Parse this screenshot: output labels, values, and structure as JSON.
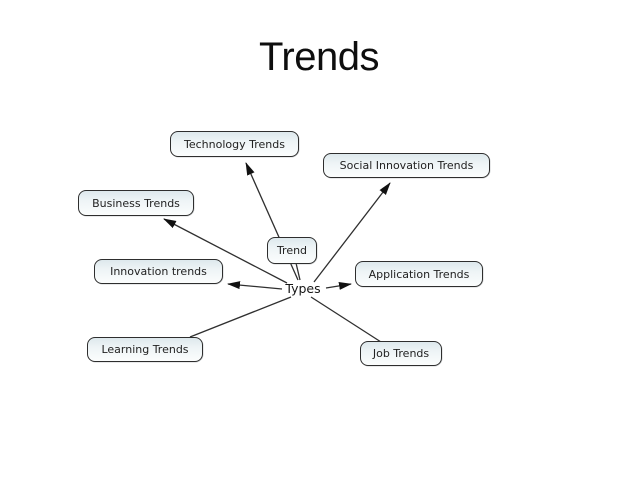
{
  "title": "Trends",
  "diagram": {
    "anchor_label": "Types",
    "root_node": {
      "label": "Trend"
    },
    "nodes": [
      {
        "id": "technology",
        "label": "Technology Trends"
      },
      {
        "id": "social",
        "label": "Social Innovation Trends"
      },
      {
        "id": "business",
        "label": "Business Trends"
      },
      {
        "id": "innovation",
        "label": "Innovation trends"
      },
      {
        "id": "application",
        "label": "Application Trends"
      },
      {
        "id": "learning",
        "label": "Learning Trends"
      },
      {
        "id": "job",
        "label": "Job Trends"
      }
    ],
    "edges": [
      {
        "from": "Types",
        "to": "Technology Trends",
        "arrow": true
      },
      {
        "from": "Types",
        "to": "Social Innovation Trends",
        "arrow": true
      },
      {
        "from": "Types",
        "to": "Business Trends",
        "arrow": true
      },
      {
        "from": "Types",
        "to": "Innovation trends",
        "arrow": true
      },
      {
        "from": "Types",
        "to": "Application Trends",
        "arrow": true
      },
      {
        "from": "Types",
        "to": "Learning Trends",
        "arrow": false
      },
      {
        "from": "Types",
        "to": "Job Trends",
        "arrow": false
      },
      {
        "from": "Trend",
        "to": "Types",
        "arrow": false
      }
    ],
    "colors": {
      "background": "#ffffff",
      "node_border": "#2e2e2e",
      "node_fill_top": "#dde8ec",
      "node_fill_bottom": "#fbfdfd",
      "edge_line": "#2f2f2f",
      "arrowhead": "#111111",
      "text": "#222222",
      "title_text": "#0e0e0e"
    }
  }
}
